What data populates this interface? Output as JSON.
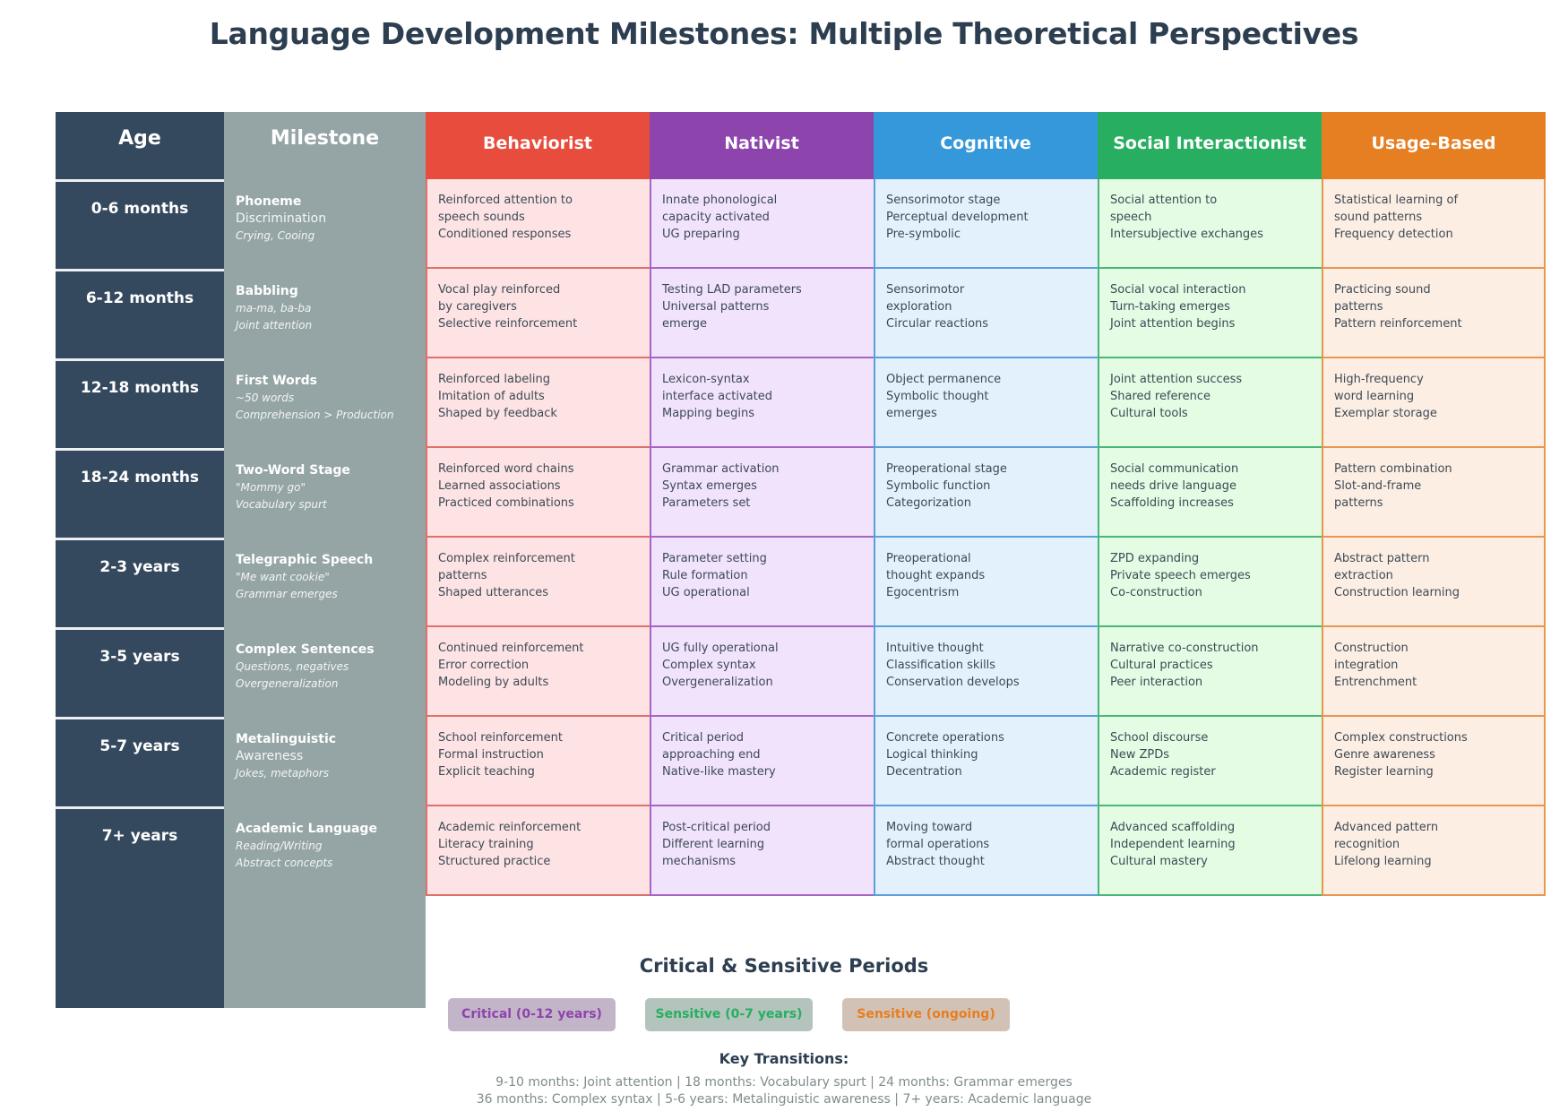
{
  "title": "Language Development Milestones: Multiple Theoretical Perspectives",
  "colors": {
    "age_bg": "#34495e",
    "milestone_bg": "#95a5a6",
    "behaviorist": "#e74c3c",
    "nativist": "#8e44ad",
    "cognitive": "#3498db",
    "social": "#27ae60",
    "usage": "#e67e22"
  },
  "headers": {
    "age": "Age",
    "milestone": "Milestone"
  },
  "theories": [
    {
      "name": "Behaviorist",
      "color": "#e74c3c",
      "cell_bg": "#fde3e3",
      "border": "#e0706a"
    },
    {
      "name": "Nativist",
      "color": "#8e44ad",
      "cell_bg": "#f1e3fb",
      "border": "#a565c2"
    },
    {
      "name": "Cognitive",
      "color": "#3498db",
      "cell_bg": "#e3f1fd",
      "border": "#5b9fdb"
    },
    {
      "name": "Social Interactionist",
      "color": "#27ae60",
      "cell_bg": "#e3fce3",
      "border": "#4bb57a"
    },
    {
      "name": "Usage-Based",
      "color": "#e67e22",
      "cell_bg": "#fdeee3",
      "border": "#e6974e"
    }
  ],
  "rows": [
    {
      "age": "0-6 months",
      "milestone": {
        "main": "Phoneme",
        "main2": "Discrimination",
        "sub": [
          "Crying, Cooing"
        ]
      },
      "cells": [
        [
          "Reinforced attention to",
          "speech sounds",
          "Conditioned responses"
        ],
        [
          "Innate phonological",
          "capacity activated",
          "UG preparing"
        ],
        [
          "Sensorimotor stage",
          "Perceptual development",
          "Pre-symbolic"
        ],
        [
          "Social attention to",
          "speech",
          "Intersubjective exchanges"
        ],
        [
          "Statistical learning of",
          "sound patterns",
          "Frequency detection"
        ]
      ]
    },
    {
      "age": "6-12 months",
      "milestone": {
        "main": "Babbling",
        "main2": "",
        "sub": [
          "ma-ma, ba-ba",
          "Joint attention"
        ]
      },
      "cells": [
        [
          "Vocal play reinforced",
          "by caregivers",
          "Selective reinforcement"
        ],
        [
          "Testing LAD parameters",
          "Universal patterns",
          "emerge"
        ],
        [
          "Sensorimotor",
          "exploration",
          "Circular reactions"
        ],
        [
          "Social vocal interaction",
          "Turn-taking emerges",
          "Joint attention begins"
        ],
        [
          "Practicing sound",
          "patterns",
          "Pattern reinforcement"
        ]
      ]
    },
    {
      "age": "12-18 months",
      "milestone": {
        "main": "First Words",
        "main2": "",
        "sub": [
          "~50 words",
          "Comprehension > Production"
        ]
      },
      "cells": [
        [
          "Reinforced labeling",
          "Imitation of adults",
          "Shaped by feedback"
        ],
        [
          "Lexicon-syntax",
          "interface activated",
          "Mapping begins"
        ],
        [
          "Object permanence",
          "Symbolic thought",
          "emerges"
        ],
        [
          "Joint attention success",
          "Shared reference",
          "Cultural tools"
        ],
        [
          "High-frequency",
          "word learning",
          "Exemplar storage"
        ]
      ]
    },
    {
      "age": "18-24 months",
      "milestone": {
        "main": "Two-Word Stage",
        "main2": "",
        "sub": [
          "\"Mommy go\"",
          "Vocabulary spurt"
        ]
      },
      "cells": [
        [
          "Reinforced word chains",
          "Learned associations",
          "Practiced combinations"
        ],
        [
          "Grammar activation",
          "Syntax emerges",
          "Parameters set"
        ],
        [
          "Preoperational stage",
          "Symbolic function",
          "Categorization"
        ],
        [
          "Social communication",
          "needs drive language",
          "Scaffolding increases"
        ],
        [
          "Pattern combination",
          "Slot-and-frame",
          "patterns"
        ]
      ]
    },
    {
      "age": "2-3 years",
      "milestone": {
        "main": "Telegraphic Speech",
        "main2": "",
        "sub": [
          "\"Me want cookie\"",
          "Grammar emerges"
        ]
      },
      "cells": [
        [
          "Complex reinforcement",
          "patterns",
          "Shaped utterances"
        ],
        [
          "Parameter setting",
          "Rule formation",
          "UG operational"
        ],
        [
          "Preoperational",
          "thought expands",
          "Egocentrism"
        ],
        [
          "ZPD expanding",
          "Private speech emerges",
          "Co-construction"
        ],
        [
          "Abstract pattern",
          "extraction",
          "Construction learning"
        ]
      ]
    },
    {
      "age": "3-5 years",
      "milestone": {
        "main": "Complex Sentences",
        "main2": "",
        "sub": [
          "Questions, negatives",
          "Overgeneralization"
        ]
      },
      "cells": [
        [
          "Continued reinforcement",
          "Error correction",
          "Modeling by adults"
        ],
        [
          "UG fully operational",
          "Complex syntax",
          "Overgeneralization"
        ],
        [
          "Intuitive thought",
          "Classification skills",
          "Conservation develops"
        ],
        [
          "Narrative co-construction",
          "Cultural practices",
          "Peer interaction"
        ],
        [
          "Construction",
          "integration",
          "Entrenchment"
        ]
      ]
    },
    {
      "age": "5-7 years",
      "milestone": {
        "main": "Metalinguistic",
        "main2": "Awareness",
        "sub": [
          "Jokes, metaphors"
        ]
      },
      "cells": [
        [
          "School reinforcement",
          "Formal instruction",
          "Explicit teaching"
        ],
        [
          "Critical period",
          "approaching end",
          "Native-like mastery"
        ],
        [
          "Concrete operations",
          "Logical thinking",
          "Decentration"
        ],
        [
          "School discourse",
          "New ZPDs",
          "Academic register"
        ],
        [
          "Complex constructions",
          "Genre awareness",
          "Register learning"
        ]
      ]
    },
    {
      "age": "7+ years",
      "milestone": {
        "main": "Academic Language",
        "main2": "",
        "sub": [
          "Reading/Writing",
          "Abstract concepts"
        ]
      },
      "cells": [
        [
          "Academic reinforcement",
          "Literacy training",
          "Structured practice"
        ],
        [
          "Post-critical period",
          "Different learning",
          "mechanisms"
        ],
        [
          "Moving toward",
          "formal operations",
          "Abstract thought"
        ],
        [
          "Advanced scaffolding",
          "Independent learning",
          "Cultural mastery"
        ],
        [
          "Advanced pattern",
          "recognition",
          "Lifelong learning"
        ]
      ]
    }
  ],
  "periods": {
    "title": "Critical & Sensitive Periods",
    "items": [
      {
        "label": "Critical (0-12 years)",
        "text_color": "#8e44ad",
        "bg": "#c3b5c8"
      },
      {
        "label": "Sensitive (0-7 years)",
        "text_color": "#27ae60",
        "bg": "#b3c4bc"
      },
      {
        "label": "Sensitive (ongoing)",
        "text_color": "#e67e22",
        "bg": "#d2c2b6"
      }
    ]
  },
  "key_transitions": {
    "title": "Key Transitions:",
    "lines": [
      "9-10 months: Joint attention | 18 months: Vocabulary spurt | 24 months: Grammar emerges",
      "36 months: Complex syntax | 5-6 years: Metalinguistic awareness | 7+ years: Academic language"
    ]
  }
}
